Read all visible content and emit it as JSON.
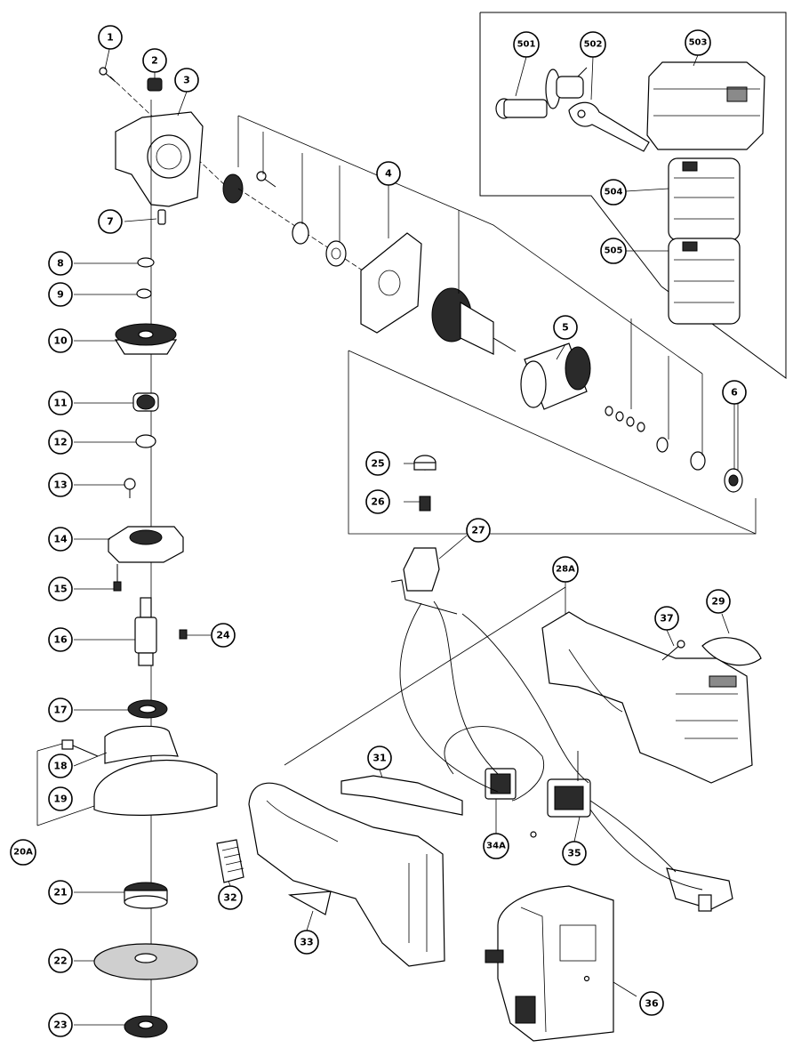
{
  "callouts": {
    "c1": "1",
    "c2": "2",
    "c3": "3",
    "c4": "4",
    "c5": "5",
    "c6": "6",
    "c7": "7",
    "c8": "8",
    "c9": "9",
    "c10": "10",
    "c11": "11",
    "c12": "12",
    "c13": "13",
    "c14": "14",
    "c15": "15",
    "c16": "16",
    "c17": "17",
    "c18": "18",
    "c19": "19",
    "c20a": "20A",
    "c21": "21",
    "c22": "22",
    "c23": "23",
    "c24": "24",
    "c25": "25",
    "c26": "26",
    "c27": "27",
    "c28a": "28A",
    "c29": "29",
    "c31": "31",
    "c32": "32",
    "c33": "33",
    "c34a": "34A",
    "c35": "35",
    "c36": "36",
    "c37": "37",
    "c501": "501",
    "c502": "502",
    "c503": "503",
    "c504": "504",
    "c505": "505"
  }
}
